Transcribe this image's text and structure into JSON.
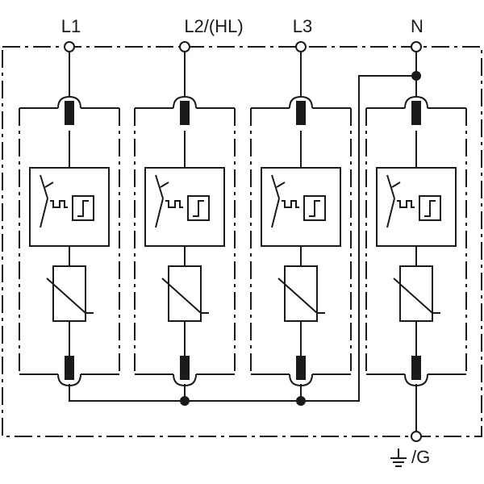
{
  "terminals": {
    "l1": "L1",
    "l2": "L2/(HL)",
    "l3": "L3",
    "n": "N"
  },
  "ground": {
    "label": "/G",
    "icon": "ground-icon"
  },
  "colors": {
    "line": "#1a1a1a",
    "background": "#ffffff"
  },
  "modules": [
    {
      "terminal": "L1"
    },
    {
      "terminal": "L2/(HL)"
    },
    {
      "terminal": "L3"
    },
    {
      "terminal": "N"
    }
  ]
}
